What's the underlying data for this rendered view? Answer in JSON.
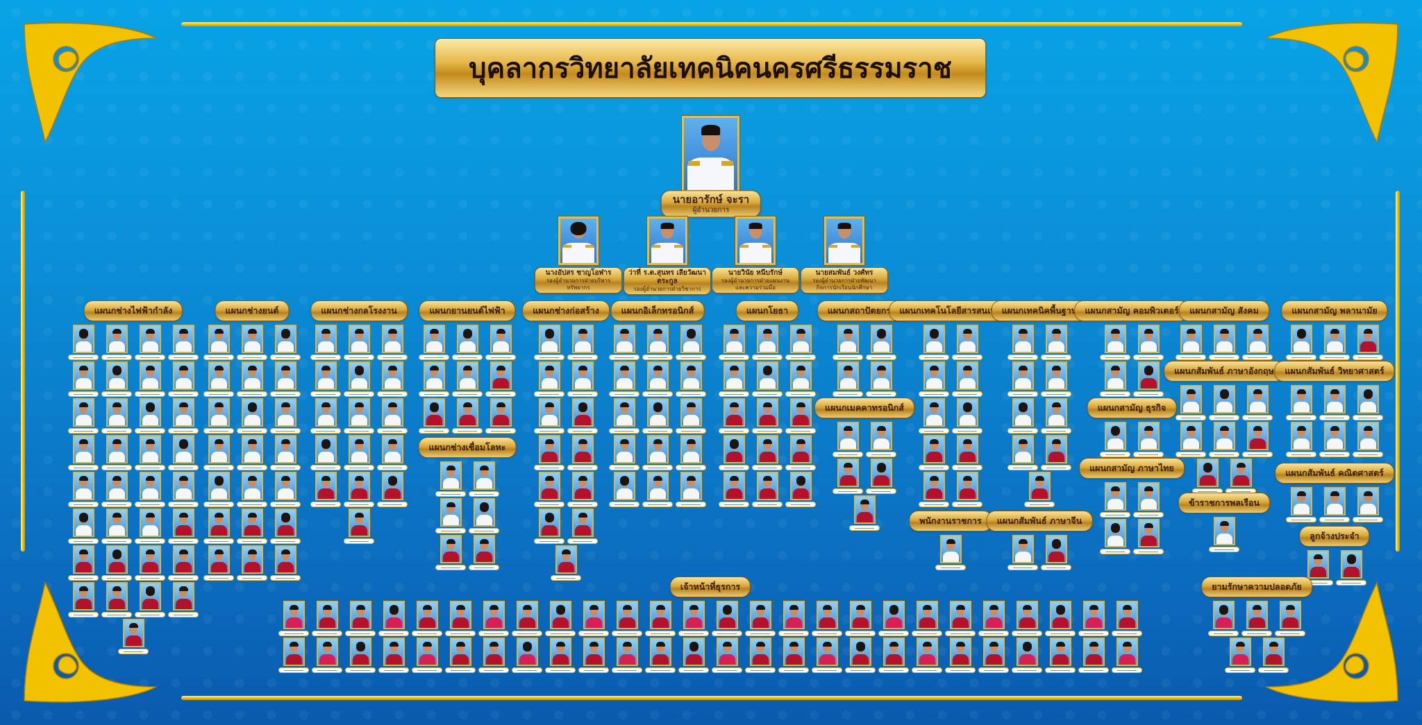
{
  "title": "บุคลากรวิทยาลัยเทคนิคนครศรีธรรมราช",
  "director": {
    "name": "นายอารักษ์ จะรา",
    "position": "ผู้อำนวยการ"
  },
  "deputies": [
    {
      "name": "นางอัปสร ชาญโอฬาร",
      "position": "รองผู้อำนวยการฝ่ายบริหารทรัพยากร"
    },
    {
      "name": "ว่าที่ ร.ต.สุนทร เลียวัฒนาตระกูล",
      "position": "รองผู้อำนวยการฝ่ายวิชาการ"
    },
    {
      "name": "นายวินัย หนีบรักษ์",
      "position": "รองผู้อำนวยการฝ่ายแผนงานและความร่วมมือ"
    },
    {
      "name": "นายสมพันธ์ วงศ์ทร",
      "position": "รองผู้อำนวยการฝ่ายพัฒนากิจการนักเรียนนักศึกษา"
    }
  ],
  "departments": [
    {
      "id": "power",
      "title": "แผนกช่างไฟฟ้ากำลัง",
      "members": 33
    },
    {
      "id": "auto",
      "title": "แผนกช่างยนต์",
      "members": 21
    },
    {
      "id": "machine",
      "title": "แผนกช่างกลโรงงาน",
      "members": 16
    },
    {
      "id": "ev",
      "title": "แผนกยานยนต์ไฟฟ้า",
      "members": 9
    },
    {
      "id": "weld",
      "title": "แผนกช่างเชื่อมโลหะ",
      "members": 6
    },
    {
      "id": "construct",
      "title": "แผนกช่างก่อสร้าง",
      "members": 13
    },
    {
      "id": "elec",
      "title": "แผนกอิเล็กทรอนิกส์",
      "members": 15
    },
    {
      "id": "civil",
      "title": "แผนกโยธา",
      "members": 15
    },
    {
      "id": "arch",
      "title": "แผนกสถาปัตยกรรม",
      "members": 4
    },
    {
      "id": "mecha",
      "title": "แผนกเมคคาทรอนิกส์",
      "members": 5
    },
    {
      "id": "it",
      "title": "แผนกเทคโนโลยีสารสนเทศ",
      "members": 10
    },
    {
      "id": "govemp",
      "title": "พนักงานราชการ",
      "members": 1
    },
    {
      "id": "basic",
      "title": "แผนกเทคนิคพื้นฐาน",
      "members": 9
    },
    {
      "id": "chinese",
      "title": "แผนกสัมพันธ์ ภาษาจีน",
      "members": 2
    },
    {
      "id": "comp",
      "title": "แผนกสามัญ คอมพิวเตอร์",
      "members": 4
    },
    {
      "id": "business",
      "title": "แผนกสามัญ ธุรกิจ",
      "members": 2
    },
    {
      "id": "thai",
      "title": "แผนกสามัญ ภาษาไทย",
      "members": 4
    },
    {
      "id": "social",
      "title": "แผนกสามัญ สังคม",
      "members": 3
    },
    {
      "id": "english",
      "title": "แผนกสัมพันธ์ ภาษาอังกฤษ",
      "members": 8
    },
    {
      "id": "servant",
      "title": "ข้าราชการพลเรือน",
      "members": 1
    },
    {
      "id": "pe",
      "title": "แผนกสามัญ พลานามัย",
      "members": 3
    },
    {
      "id": "science",
      "title": "แผนกสัมพันธ์ วิทยาศาสตร์",
      "members": 6
    },
    {
      "id": "math",
      "title": "แผนกสัมพันธ์ คณิตศาสตร์",
      "members": 3
    },
    {
      "id": "permanent",
      "title": "ลูกจ้างประจำ",
      "members": 2
    },
    {
      "id": "admin",
      "title": "เจ้าหน้าที่ธุรการ",
      "members": 52
    },
    {
      "id": "security",
      "title": "ยามรักษาความปลอดภัย",
      "members": 5
    }
  ],
  "colors": {
    "gold": "#e2bd4f",
    "background": "#0b8fd8",
    "title_text": "#1d1000"
  }
}
